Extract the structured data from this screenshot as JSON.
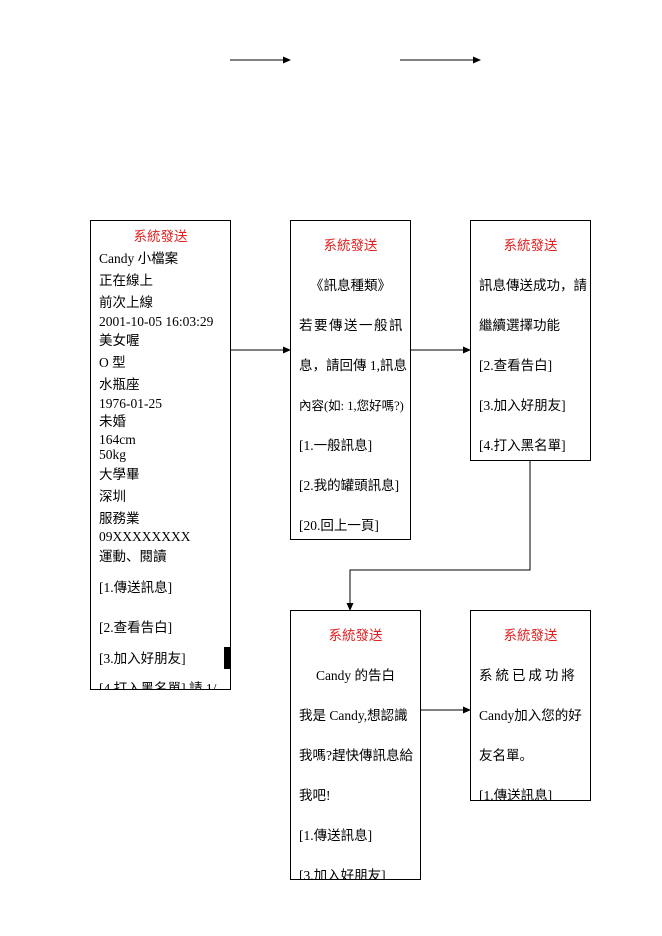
{
  "screens": {
    "profile": {
      "header": "系統發送",
      "lines": [
        "Candy 小檔案",
        "正在線上",
        "前次上線",
        "2001-10-05 16:03:29",
        "美女喔",
        "O 型",
        "水瓶座",
        "1976-01-25",
        "未婚",
        "164cm",
        "50kg",
        "大學畢",
        "深圳",
        "服務業",
        "09XXXXXXXX",
        "運動、閱讀",
        "[1.傳送訊息]",
        "[2.查看告白]",
        "[3.加入好朋友]",
        "[4.打入黑名單] 請 1/"
      ]
    },
    "message_type": {
      "header": "系統發送",
      "lines": [
        "《訊息種類》",
        "若要傳送一般訊",
        "息，請回傳 1,訊息",
        "內容(如: 1,您好嗎?)",
        "[1.一般訊息]",
        "[2.我的罐頭訊息]",
        "[20.回上一頁]"
      ]
    },
    "send_success": {
      "header": "系統發送",
      "lines": [
        "訊息傳送成功，請",
        "繼續選擇功能",
        "[2.查看告白]",
        "[3.加入好朋友]",
        "[4.打入黑名單]"
      ]
    },
    "confession": {
      "header": "系統發送",
      "lines": [
        "Candy 的告白",
        "我是 Candy,想認識",
        "我嗎?趕快傳訊息給",
        "我吧!",
        "[1.傳送訊息]",
        "[3.加入好朋友]"
      ]
    },
    "friend_added": {
      "header": "系統發送",
      "lines": [
        "系 統 已 成 功 將",
        "Candy加入您的好",
        "友名單。",
        "[1.傳送訊息]"
      ]
    }
  },
  "colors": {
    "header": "#e02020",
    "border": "#000000"
  }
}
